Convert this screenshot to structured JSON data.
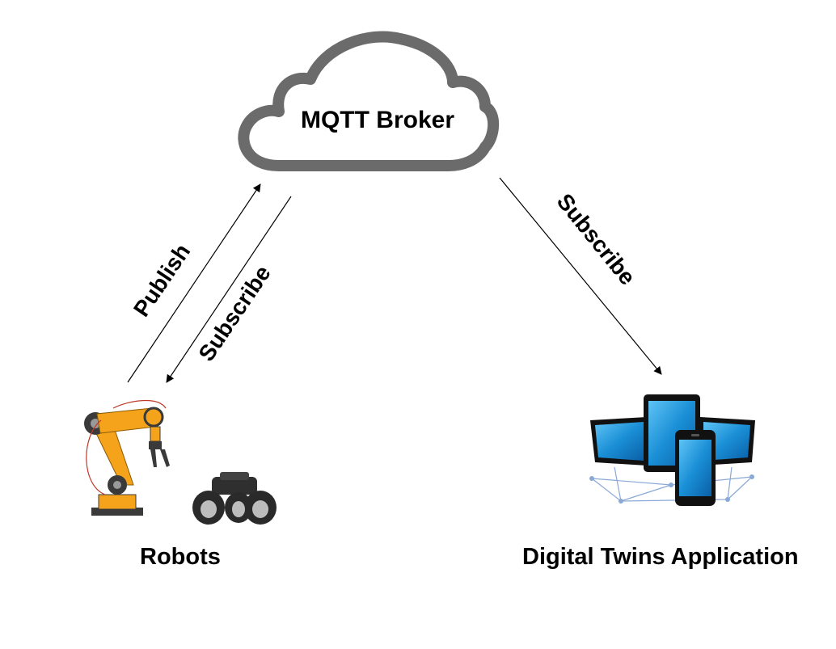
{
  "diagram": {
    "broker": {
      "label": "MQTT Broker"
    },
    "edges": [
      {
        "label": "Publish",
        "from": "robots",
        "to": "broker"
      },
      {
        "label": "Subscribe",
        "from": "broker",
        "to": "robots"
      },
      {
        "label": "Subscribe",
        "from": "broker",
        "to": "digital-twins-application"
      }
    ],
    "nodes": {
      "robots": {
        "label": "Robots"
      },
      "app": {
        "label": "Digital Twins Application"
      }
    },
    "colors": {
      "cloud_stroke": "#6b6b6b",
      "robot_arm": "#f5a31a",
      "robot_dark": "#3a3a3a",
      "device_screen": "#1a8fd6",
      "device_frame": "#111111",
      "network_line": "#8aa9d6"
    }
  }
}
